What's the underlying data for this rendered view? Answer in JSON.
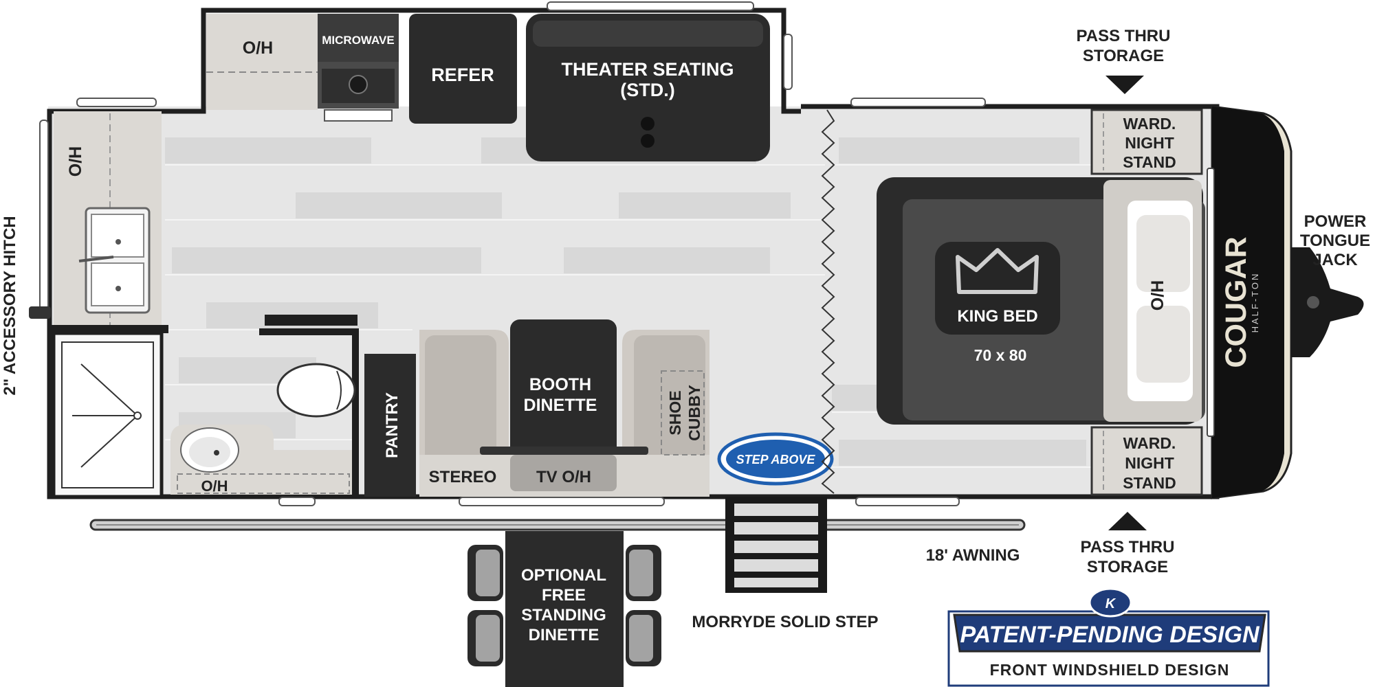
{
  "labels": {
    "oh_galley": "O/H",
    "microwave": "MICROWAVE",
    "refer": "REFER",
    "theater_1": "THEATER SEATING",
    "theater_2": "(STD.)",
    "oh_rear": "O/H",
    "hitch": "2\" ACCESSORY HITCH",
    "oh_bath": "O/H",
    "pantry": "PANTRY",
    "booth_1": "BOOTH",
    "booth_2": "DINETTE",
    "shoe_1": "SHOE",
    "shoe_2": "CUBBY",
    "stereo": "STEREO",
    "tv_oh": "TV O/H",
    "step_above": "STEP ABOVE",
    "king_bed": "KING BED",
    "bed_size": "70 x 80",
    "oh_front": "O/H",
    "ward_top_1": "WARD.",
    "ward_top_2": "NIGHT",
    "ward_top_3": "STAND",
    "ward_bot_1": "WARD.",
    "ward_bot_2": "NIGHT",
    "ward_bot_3": "STAND",
    "pass_top_1": "PASS THRU",
    "pass_top_2": "STORAGE",
    "pass_bot_1": "PASS THRU",
    "pass_bot_2": "STORAGE",
    "tongue_1": "POWER",
    "tongue_2": "TONGUE",
    "tongue_3": "JACK",
    "brand": "COUGAR",
    "brand_sub": "HALF-TON",
    "awning": "18' AWNING",
    "opt_1": "OPTIONAL",
    "opt_2": "FREE",
    "opt_3": "STANDING",
    "opt_4": "DINETTE",
    "step": "MORRYDE SOLID STEP",
    "patent": "PATENT-PENDING DESIGN",
    "windshield": "FRONT WINDSHIELD DESIGN"
  },
  "colors": {
    "wall": "#1f1f1f",
    "floor": "#e6e6e6",
    "plank": "#dadada",
    "dark": "#2b2b2b",
    "mid": "#4a4a4a",
    "light": "#d9d6d1",
    "cabinet": "#dcd9d4",
    "badge_blue": "#1f3c7a",
    "step_blue": "#1f5fb0"
  }
}
